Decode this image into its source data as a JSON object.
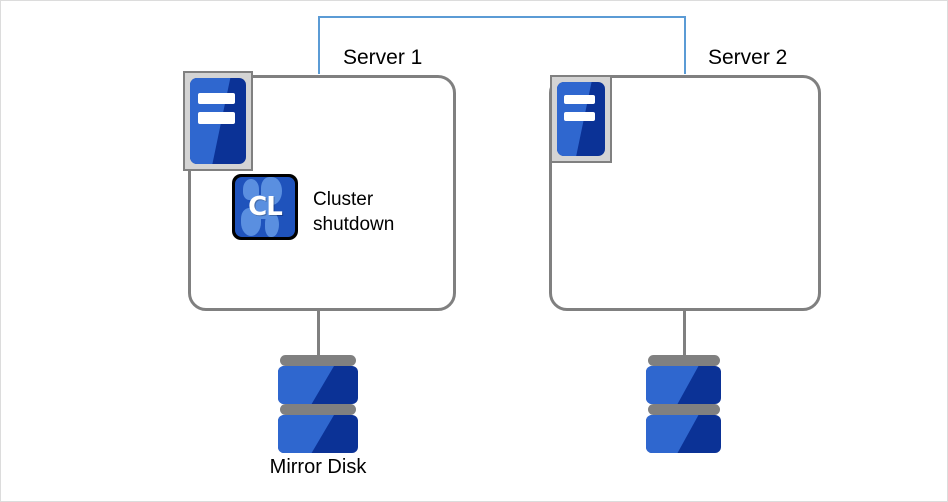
{
  "diagram": {
    "title_accent_color": "#5b9bd5",
    "servers": [
      {
        "id": "server-1",
        "label": "Server 1",
        "machine_icon": "server-machine-icon",
        "app": {
          "icon": "cluster-cl-icon",
          "icon_text": "CL",
          "caption": "Cluster\nshutdown"
        },
        "storage": {
          "icon": "mirror-disk-icon",
          "label": "Mirror Disk"
        }
      },
      {
        "id": "server-2",
        "label": "Server 2",
        "machine_icon": "server-machine-icon",
        "app": null,
        "storage": {
          "icon": "mirror-disk-icon",
          "label": ""
        }
      }
    ],
    "interconnect": {
      "name": "server-interconnect-link",
      "color": "#5b9bd5"
    }
  }
}
